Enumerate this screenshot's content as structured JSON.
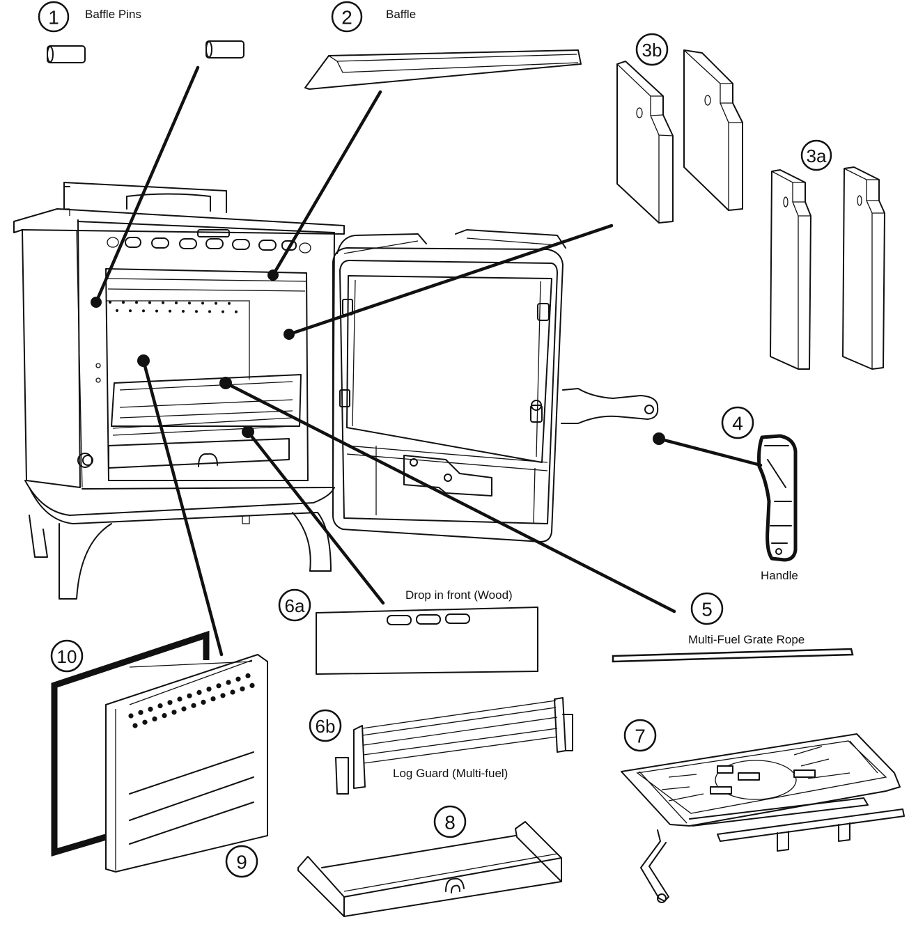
{
  "diagram": {
    "type": "exploded-parts-diagram",
    "subject": "Multi-fuel stove internal parts",
    "colors": {
      "line": "#111111",
      "background": "#ffffff"
    }
  },
  "parts": [
    {
      "number": "1",
      "label": "Baffle Pins"
    },
    {
      "number": "2",
      "label": "Baffle"
    },
    {
      "number": "3b",
      "label": ""
    },
    {
      "number": "3a",
      "label": ""
    },
    {
      "number": "4",
      "label": "Handle"
    },
    {
      "number": "5",
      "label": "Multi-Fuel Grate Rope"
    },
    {
      "number": "6a",
      "label": "Drop in front (Wood)"
    },
    {
      "number": "6b",
      "label": "Log Guard (Multi-fuel)"
    },
    {
      "number": "7",
      "label": ""
    },
    {
      "number": "8",
      "label": ""
    },
    {
      "number": "9",
      "label": ""
    },
    {
      "number": "10",
      "label": ""
    }
  ]
}
